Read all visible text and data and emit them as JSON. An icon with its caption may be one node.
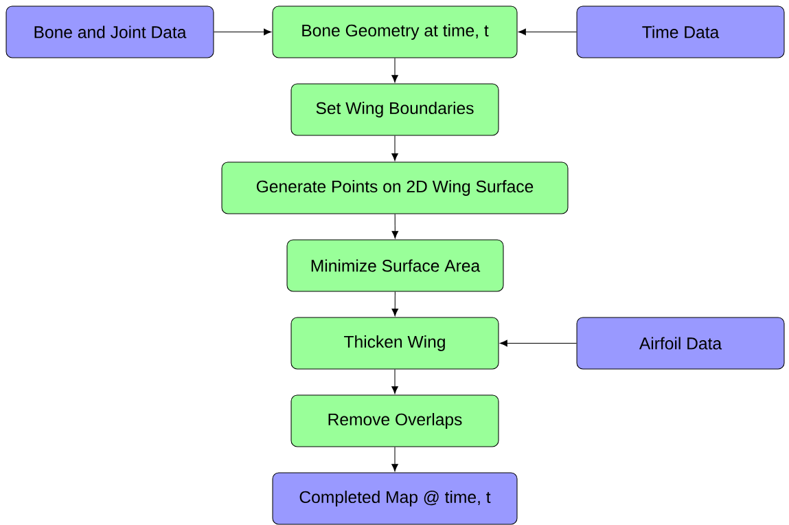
{
  "diagram": {
    "nodes": [
      {
        "text": [
          "Bone and Joint Data"
        ]
      },
      {
        "text": [
          "Bone Geometry at time, t"
        ]
      },
      {
        "text": [
          "Time Data"
        ]
      },
      {
        "text": [
          "Set Wing Boundaries"
        ]
      },
      {
        "text": [
          "Generate Points on 2D Wing Surface"
        ]
      },
      {
        "text": [
          "Minimize Surface Area"
        ]
      },
      {
        "text": [
          "Thicken Wing"
        ]
      },
      {
        "text": [
          "Airfoil Data"
        ]
      },
      {
        "text": [
          "Remove Overlaps"
        ]
      },
      {
        "text": [
          "Completed Map @ time, t"
        ]
      }
    ],
    "edges": [
      {
        "from": 0,
        "to": 1,
        "arrow": "to"
      },
      {
        "from": 2,
        "to": 1,
        "arrow": "to"
      },
      {
        "from": 1,
        "to": 3,
        "arrow": "to"
      },
      {
        "from": 3,
        "to": 4,
        "arrow": "to"
      },
      {
        "from": 4,
        "to": 5,
        "arrow": "to"
      },
      {
        "from": 5,
        "to": 6,
        "arrow": "to"
      },
      {
        "from": 7,
        "to": 6,
        "arrow": "to"
      },
      {
        "from": 6,
        "to": 8,
        "arrow": "to"
      },
      {
        "from": 8,
        "to": 9,
        "arrow": "to"
      }
    ]
  }
}
